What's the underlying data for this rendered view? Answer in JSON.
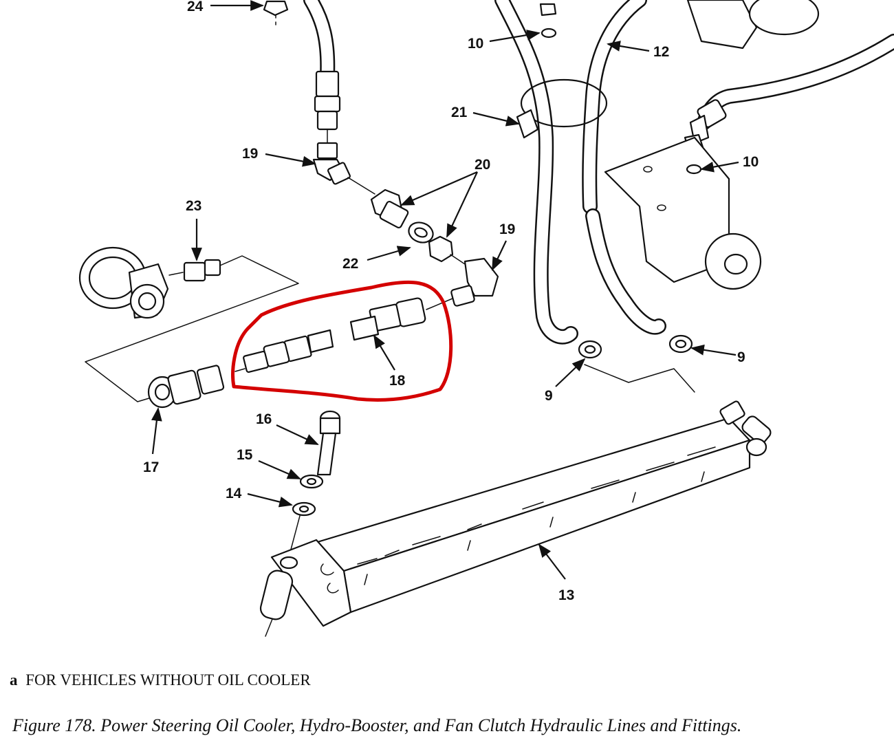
{
  "callouts": {
    "c24": "24",
    "c10a": "10",
    "c12": "12",
    "c21": "21",
    "c19a": "19",
    "c20": "20",
    "c10b": "10",
    "c23": "23",
    "c22": "22",
    "c19b": "19",
    "c18": "18",
    "c9a": "9",
    "c9b": "9",
    "c17": "17",
    "c16": "16",
    "c15": "15",
    "c14": "14",
    "c13": "13"
  },
  "note": {
    "letter": "a",
    "text": "FOR VEHICLES WITHOUT OIL COOLER"
  },
  "caption": "Figure 178.  Power Steering Oil Cooler, Hydro-Booster, and Fan Clutch Hydraulic Lines and Fittings.",
  "colors": {
    "ink": "#111111",
    "highlight": "#d40000"
  }
}
